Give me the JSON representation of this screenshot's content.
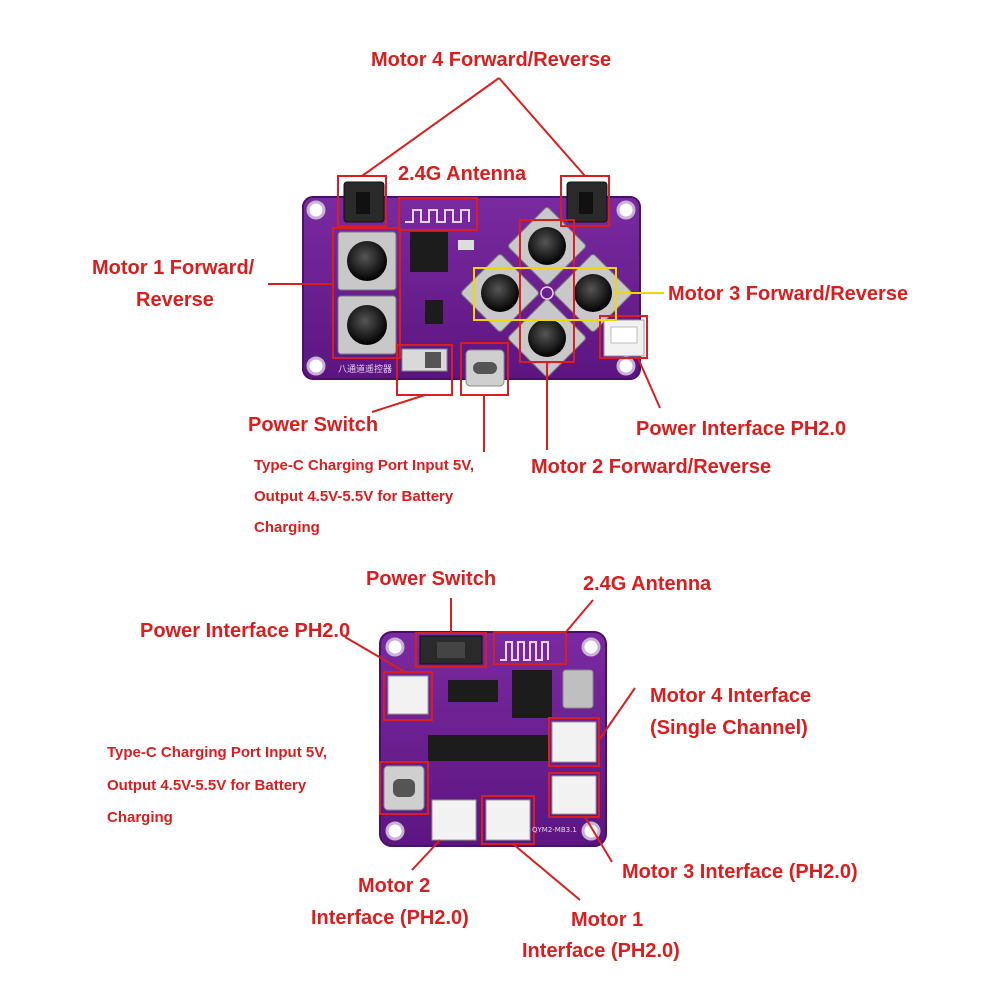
{
  "colors": {
    "label": "#d81e1e",
    "callout_red": "#d81e1e",
    "callout_yellow": "#f2d600",
    "board_purple": "#6a1b8f",
    "board_edge": "#4a0f68"
  },
  "top_board": {
    "silkscreen_title": "八通道遥控器",
    "label_motor4": "Motor 4 Forward/Reverse",
    "label_antenna": "2.4G Antenna",
    "label_motor1_line1": "Motor 1 Forward/",
    "label_motor1_line2": "Reverse",
    "label_motor3": "Motor 3 Forward/Reverse",
    "label_power_switch": "Power Switch",
    "label_power_interface": "Power Interface PH2.0",
    "label_typec_line1": "Type-C Charging Port Input 5V,",
    "label_typec_line2": "Output 4.5V-5.5V for Battery",
    "label_typec_line3": "Charging",
    "label_motor2": "Motor 2 Forward/Reverse"
  },
  "bottom_board": {
    "silkscreen_model": "QYM2-MB3.1",
    "label_power_switch": "Power Switch",
    "label_antenna": "2.4G Antenna",
    "label_power_interface": "Power Interface PH2.0",
    "label_motor4_line1": "Motor 4 Interface",
    "label_motor4_line2": "(Single Channel)",
    "label_typec_line1": "Type-C Charging Port Input 5V,",
    "label_typec_line2": "Output 4.5V-5.5V for Battery",
    "label_typec_line3": "Charging",
    "label_motor3": "Motor 3 Interface (PH2.0)",
    "label_motor2_line1": "Motor 2",
    "label_motor2_line2": "Interface (PH2.0)",
    "label_motor1_line1": "Motor 1",
    "label_motor1_line2": "Interface (PH2.0)"
  }
}
